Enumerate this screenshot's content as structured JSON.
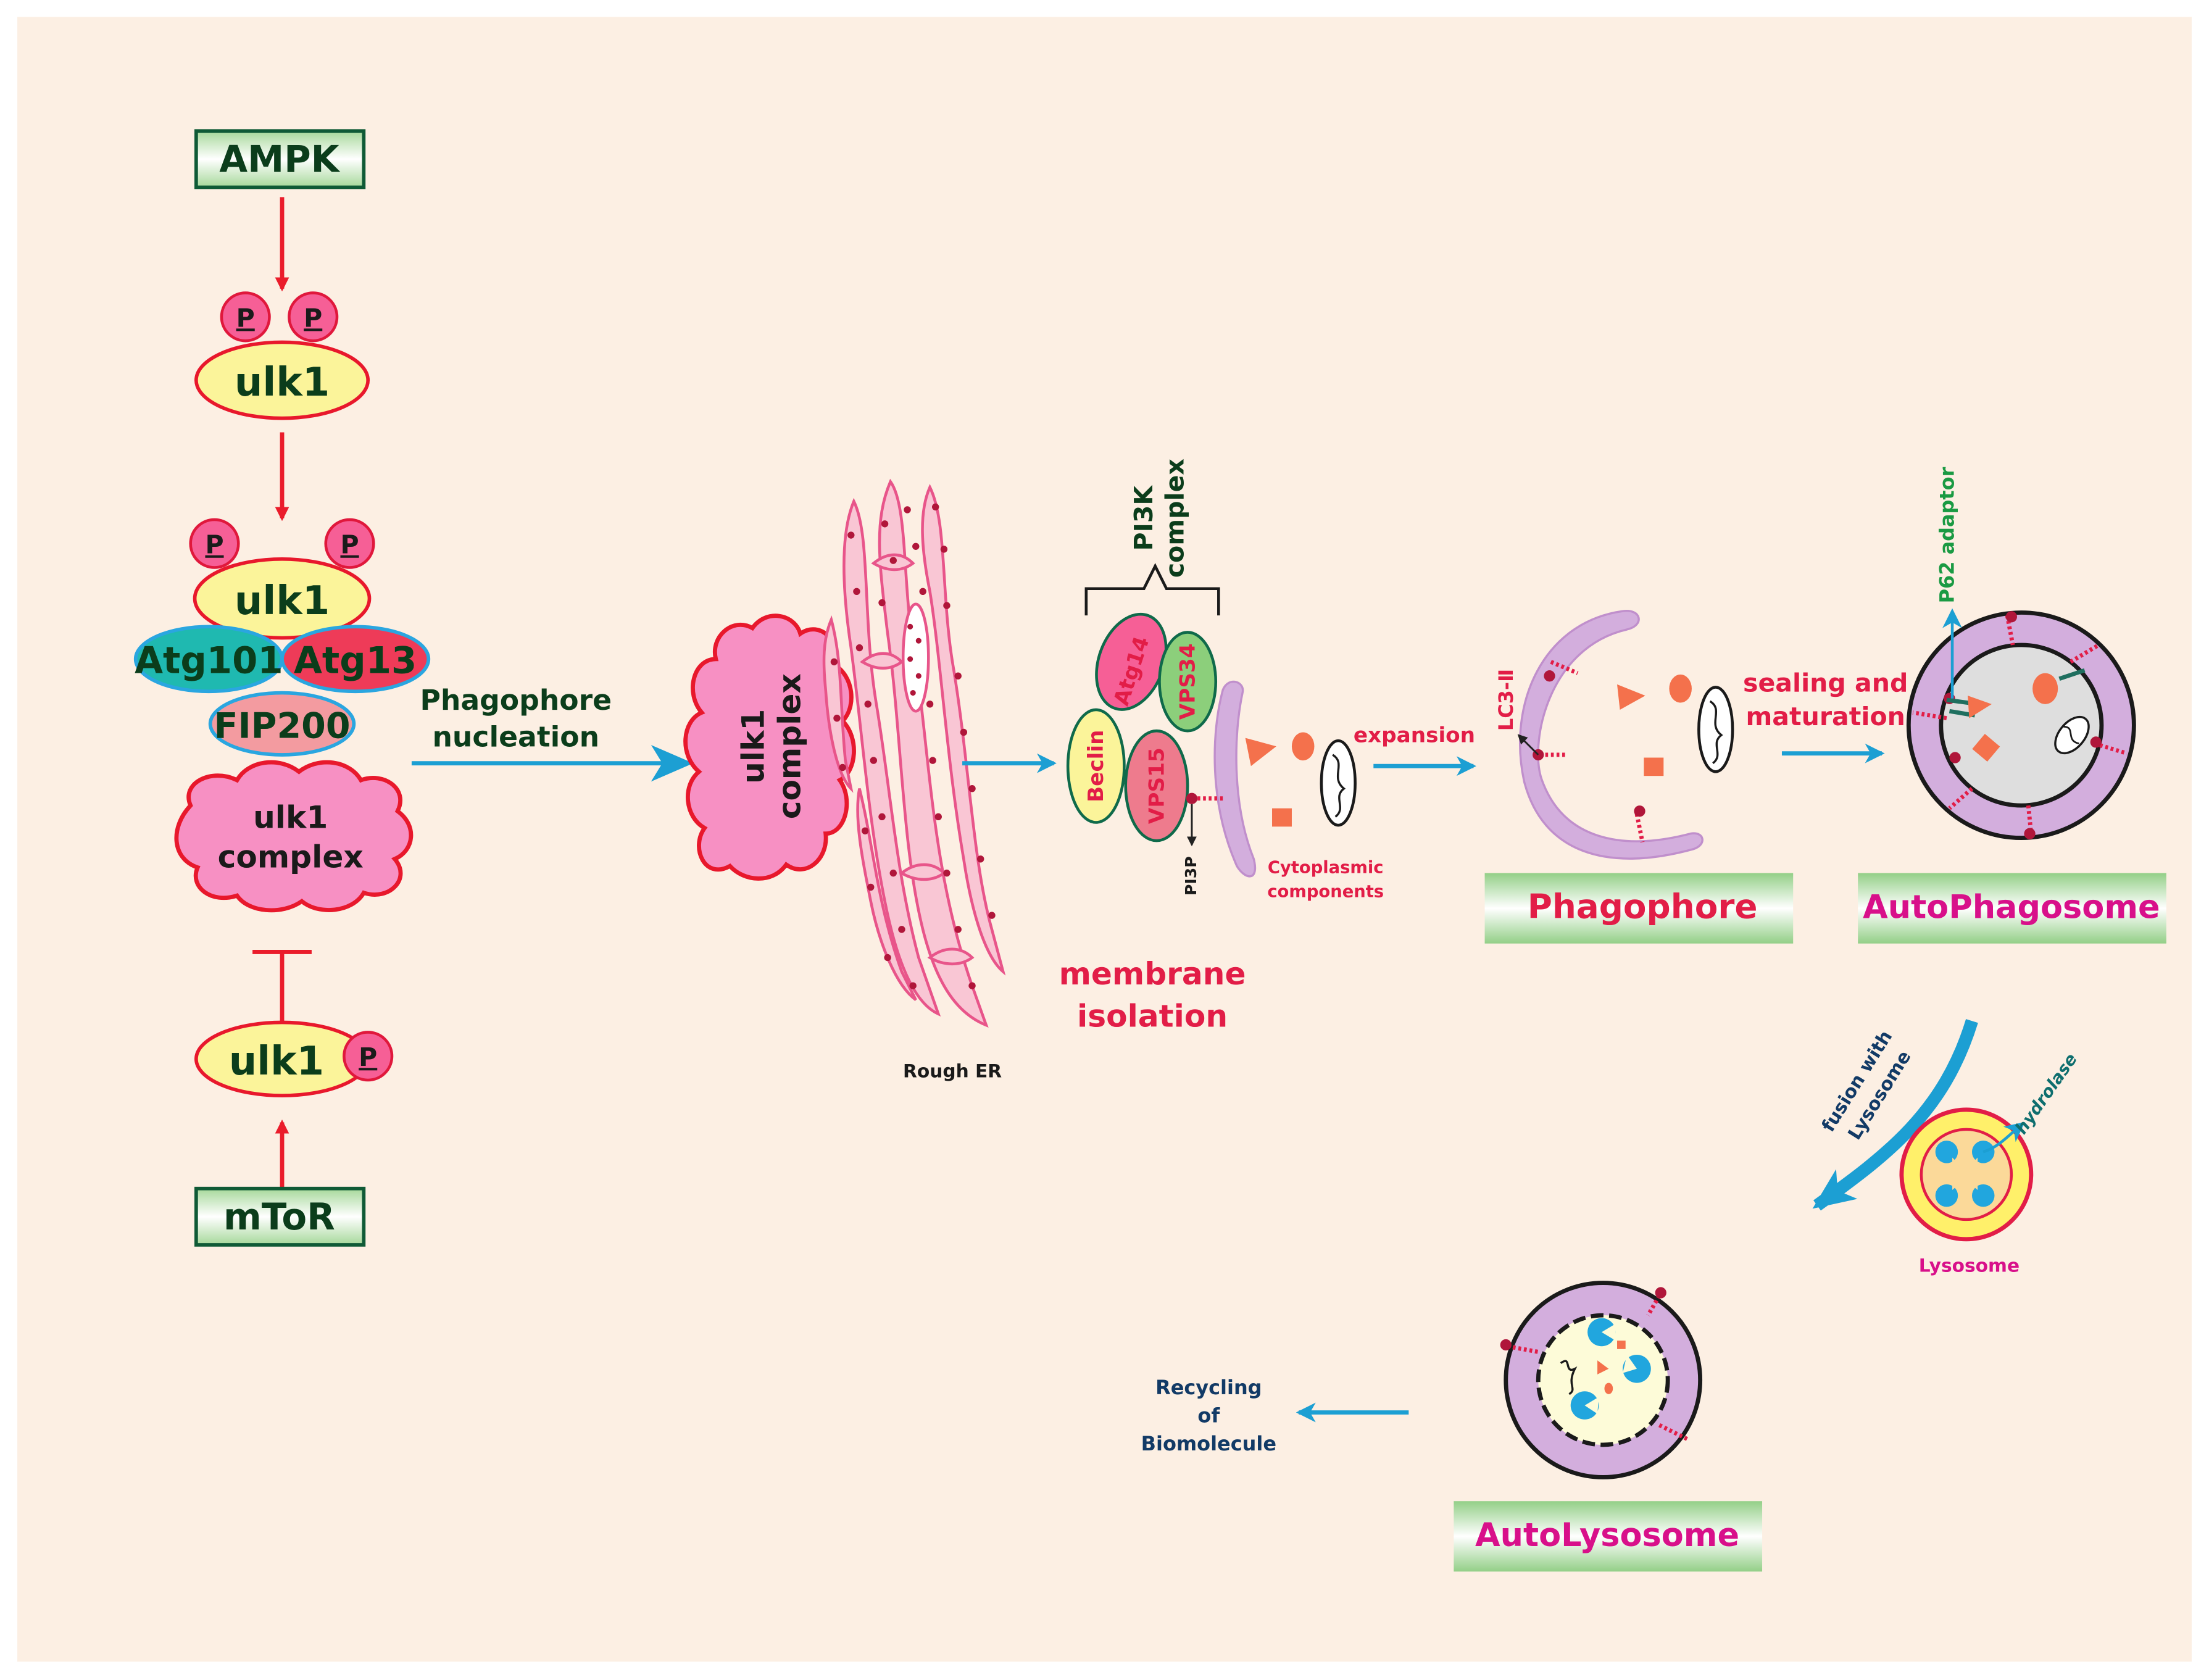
{
  "colors": {
    "background": "#fcefe3",
    "arrow_red": "#ea1c2b",
    "arrow_blue": "#1c9fd3",
    "dark_green_text": "#0b3d1b",
    "magenta_text": "#d8108a",
    "crimson_text": "#e21d47",
    "navy_text": "#123a66",
    "green_text": "#1a9a43",
    "ulk1_fill": "#fbf49a",
    "pink_fill": "#f65f96",
    "cloud_fill": "#f790c3",
    "atg101_fill": "#1fb9b0",
    "atg13_fill": "#ee3b58",
    "fip200_fill": "#f39ba0",
    "membrane_purple": "#d3aedd",
    "lumen_gray": "#dedede",
    "er_pink": "#f9c6d4",
    "lysosome_yellow": "#fff06a",
    "enzyme_cyan": "#21a6de",
    "cargo_orange": "#f4714c"
  },
  "regulation": {
    "ampk": "AMPK",
    "mtor": "mToR",
    "ulk1": "ulk1",
    "phospho": "P"
  },
  "ulk1_complex": {
    "ulk1": "ulk1",
    "atg101": "Atg101",
    "atg13": "Atg13",
    "fip200": "FIP200",
    "cloud_line1": "ulk1",
    "cloud_line2": "complex"
  },
  "steps": {
    "nucleation_line1": "Phagophore",
    "nucleation_line2": "nucleation",
    "rough_er": "Rough ER",
    "isolation_line1": "membrane",
    "isolation_line2": "isolation",
    "expansion": "expansion",
    "sealing_line1": "sealing and",
    "sealing_line2": "maturation",
    "fusion_line1": "fusion with",
    "fusion_line2": "Lysosome",
    "recycling_line1": "Recycling",
    "recycling_line2": "of",
    "recycling_line3": "Biomolecule"
  },
  "pi3k": {
    "title_line1": "PI3K",
    "title_line2": "complex",
    "atg14": "Atg14",
    "vps34": "VPS34",
    "beclin": "Beclin",
    "vps15": "VPS15",
    "pi3p": "PI3P"
  },
  "cytoplasm": {
    "line1": "Cytoplasmic",
    "line2": "components",
    "lc3": "LC3-Ⅱ"
  },
  "structures": {
    "phagophore": "Phagophore",
    "autophagosome": "AutoPhagosome",
    "autolysosome": "AutoLysosome",
    "lysosome": "Lysosome",
    "hydrolase": "hydrolase",
    "p62": "P62 adaptor"
  }
}
